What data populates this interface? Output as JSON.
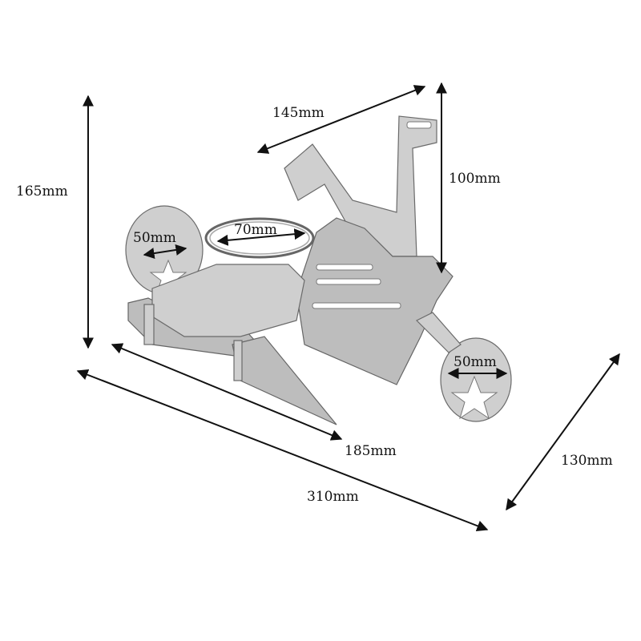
{
  "dimensions": {
    "height_total": "165mm",
    "handlebar_width": "145mm",
    "handlebar_height": "100mm",
    "rear_wheel": "50mm",
    "bottle_ring": "70mm",
    "front_wheel": "50mm",
    "base_length": "185mm",
    "total_length": "310mm",
    "depth": "130mm"
  }
}
